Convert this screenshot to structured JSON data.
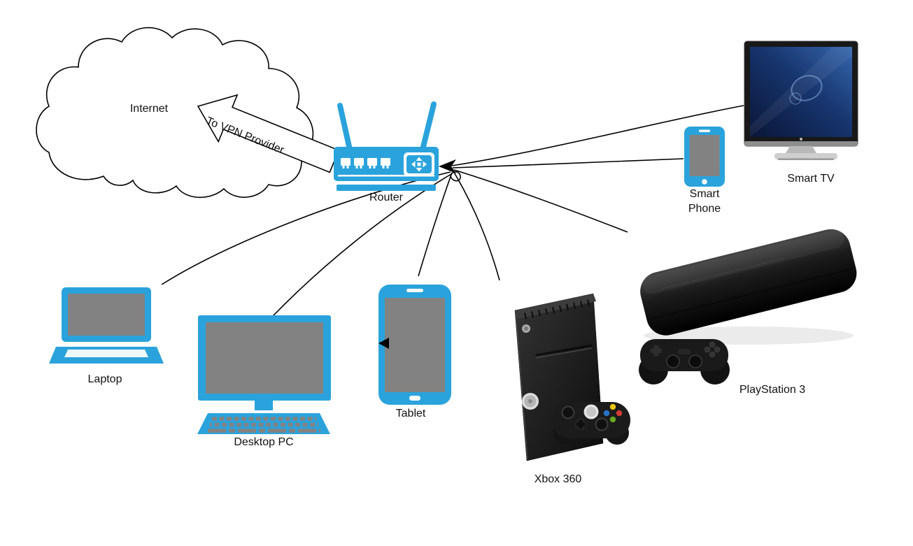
{
  "colors": {
    "accent_blue": "#2AA3DC",
    "screen_gray": "#828282",
    "line_color": "#000000",
    "background": "#FFFFFF"
  },
  "nodes": {
    "internet": {
      "label": "Internet",
      "type": "cloud"
    },
    "vpn": {
      "label": "To VPN Provider",
      "type": "arrow-callout"
    },
    "router": {
      "label": "Router",
      "type": "device-icon"
    },
    "laptop": {
      "label": "Laptop",
      "type": "device-icon"
    },
    "desktop_pc": {
      "label": "Desktop PC",
      "type": "device-icon"
    },
    "tablet": {
      "label": "Tablet",
      "type": "device-icon"
    },
    "xbox_360": {
      "label": "Xbox 360",
      "type": "device-photo"
    },
    "playstation_3": {
      "label": "PlayStation 3",
      "type": "device-photo"
    },
    "smart_phone": {
      "label": "Smart Phone",
      "type": "device-icon"
    },
    "smart_tv": {
      "label": "Smart TV",
      "type": "device-photo"
    }
  },
  "connections": [
    {
      "from": "laptop",
      "to": "router"
    },
    {
      "from": "desktop_pc",
      "to": "router"
    },
    {
      "from": "tablet",
      "to": "router"
    },
    {
      "from": "xbox_360",
      "to": "router"
    },
    {
      "from": "playstation_3",
      "to": "router"
    },
    {
      "from": "smart_phone",
      "to": "router"
    },
    {
      "from": "smart_tv",
      "to": "router"
    },
    {
      "from": "router",
      "to": "internet",
      "via": "vpn"
    }
  ]
}
